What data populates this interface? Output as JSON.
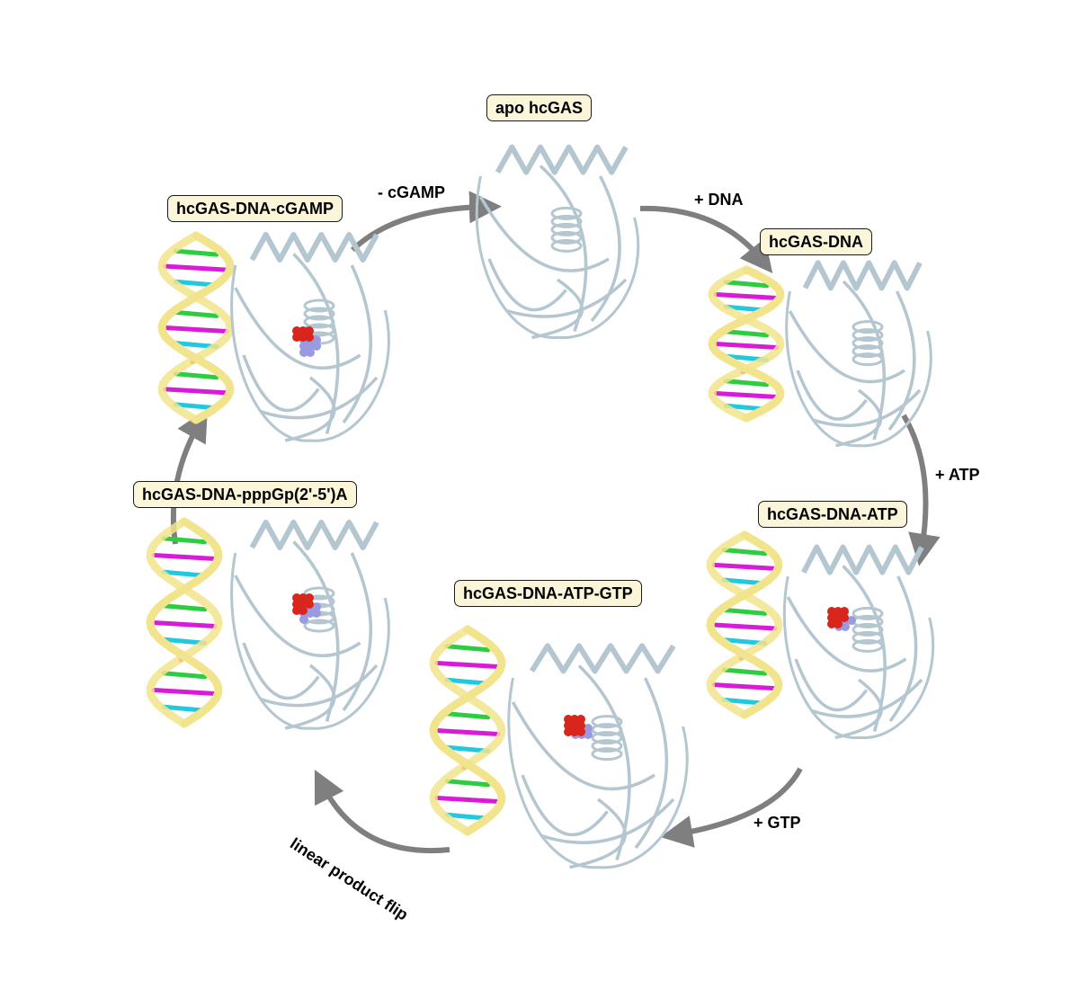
{
  "states": {
    "apo": "apo hcGAS",
    "dna": "hcGAS-DNA",
    "dna_atp": "hcGAS-DNA-ATP",
    "dna_atp_gtp": "hcGAS-DNA-ATP-GTP",
    "linear": "hcGAS-DNA-pppGp(2'-5')A",
    "cgamp": "hcGAS-DNA-cGAMP"
  },
  "steps": {
    "release_cgamp": "- cGAMP",
    "add_dna": "+ DNA",
    "add_atp": "+ ATP",
    "add_gtp": "+ GTP",
    "flip": "linear product flip"
  },
  "colors": {
    "label_bg": "#fbf6d9",
    "arrow": "#7f7f7f",
    "protein": "#b4c6cf",
    "dna_backbone": "#f2e48c",
    "base_colors": [
      "#e8262a",
      "#2ecc40",
      "#d81bd8",
      "#22c8e0"
    ],
    "phosphate": "#d8261c",
    "nucleoside": "#9a9ae0"
  }
}
